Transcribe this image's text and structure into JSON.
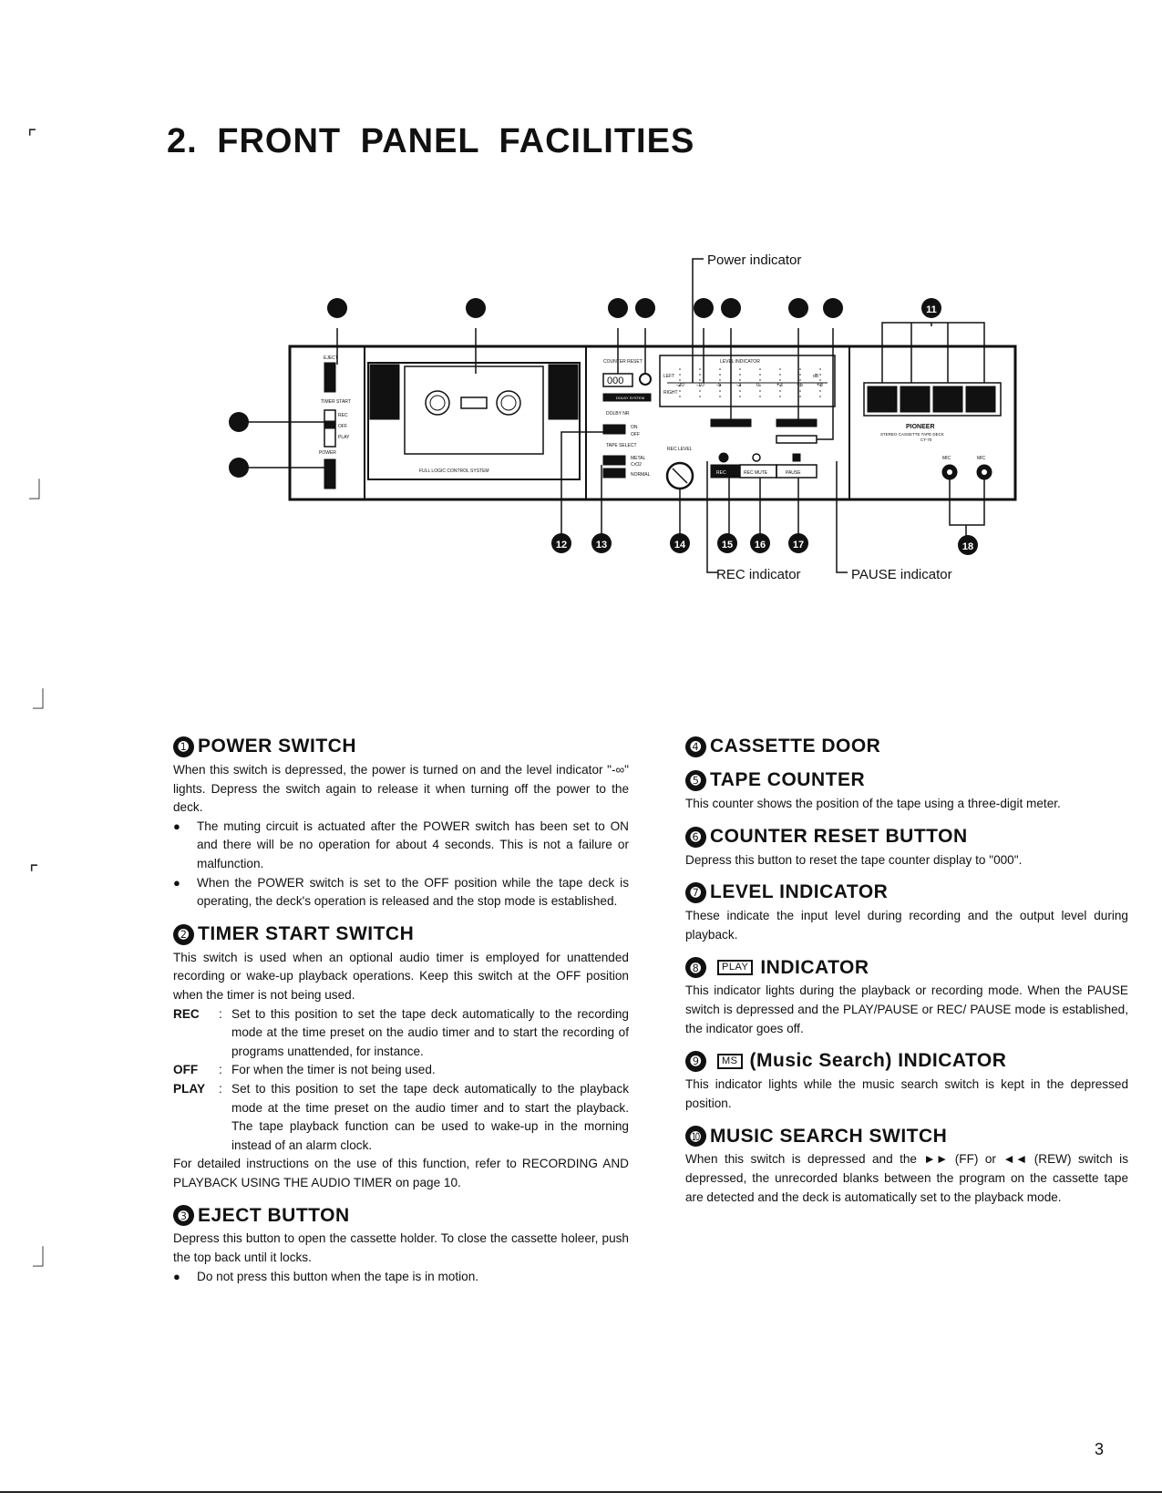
{
  "page": {
    "title": "2. FRONT PANEL FACILITIES",
    "number": "3"
  },
  "diagram": {
    "callouts": [
      {
        "num": "➊",
        "name": "power-switch"
      },
      {
        "num": "➋",
        "name": "timer-start-switch"
      },
      {
        "num": "➌",
        "name": "eject-button"
      },
      {
        "num": "➍",
        "name": "cassette-door"
      },
      {
        "num": "➎",
        "name": "tape-counter"
      },
      {
        "num": "➏",
        "name": "counter-reset-button"
      },
      {
        "num": "➐",
        "name": "level-indicator"
      },
      {
        "num": "➑",
        "name": "play-indicator"
      },
      {
        "num": "➒",
        "name": "ms-indicator"
      },
      {
        "num": "➓",
        "name": "music-search-switch"
      },
      {
        "num": "11",
        "name": "operation-buttons"
      },
      {
        "num": "12",
        "name": "dolby-nr-switch"
      },
      {
        "num": "13",
        "name": "tape-select-switch"
      },
      {
        "num": "14",
        "name": "rec-level-control"
      },
      {
        "num": "15",
        "name": "rec-button"
      },
      {
        "num": "16",
        "name": "rec-mute-button"
      },
      {
        "num": "17",
        "name": "pause-button"
      },
      {
        "num": "18",
        "name": "mic-jacks"
      }
    ],
    "labels": {
      "power_indicator": "Power indicator",
      "rec_indicator": "REC indicator",
      "pause_indicator": "PAUSE indicator",
      "eject": "EJECT",
      "timer_start": "TIMER START",
      "rec": "REC",
      "off": "OFF",
      "play": "PLAY",
      "power": "POWER",
      "full_logic": "FULL LOGIC CONTROL SYSTEM",
      "counter_reset": "COUNTER RESET",
      "counter_value": "000",
      "dolby_system": "DOLBY SYSTEM",
      "dolby_nr": "DOLBY NR",
      "on": "ON",
      "tape_select": "TAPE SELECT",
      "metal": "METAL",
      "crox": "CrO2",
      "normal": "NORMAL",
      "rec_level": "REC LEVEL",
      "level_indicator": "LEVEL INDICATOR",
      "left": "LEFT",
      "right": "RIGHT",
      "db": "dB",
      "rec_btn": "REC",
      "rec_mute": "REC MUTE",
      "pause": "PAUSE",
      "brand": "PIONEER",
      "model_line": "STEREO CASSETTE TAPE DECK",
      "model": "CT-70",
      "mic": "MIC"
    },
    "level_scale": [
      "-20",
      "-10",
      "-5",
      "-3",
      "0",
      "+3",
      "+5",
      "+8"
    ]
  },
  "sections": {
    "power_switch": {
      "num": "➊",
      "heading": "POWER SWITCH",
      "body": "When this switch is depressed, the power is turned on and the level indicator \"-∞\" lights. Depress the switch again to release it when turning off the power to the deck.",
      "bullets": [
        "The muting circuit is actuated after the POWER switch has been set to ON and there will be no operation for about 4 seconds. This is not a failure or malfunction.",
        "When the POWER switch is set to the OFF position while the tape deck is operating, the deck's operation is released and the stop mode is established."
      ]
    },
    "timer_start": {
      "num": "➋",
      "heading": "TIMER START SWITCH",
      "body": "This switch is used when an optional audio timer is employed for unattended recording or wake-up playback operations. Keep this switch at the OFF position when the timer is not being used.",
      "defs": [
        {
          "term": "REC",
          "desc": "Set to this position to set the tape deck automatically to the recording mode at the time preset on the audio timer and to start the recording of programs unattended, for instance."
        },
        {
          "term": "OFF",
          "desc": "For when the timer is not being used."
        },
        {
          "term": "PLAY",
          "desc": "Set to this position to set the tape deck automatically to the playback mode at the time preset on the audio timer and to start the playback. The tape playback function can be used to wake-up in the morning instead of an alarm clock."
        }
      ],
      "footer": "For detailed instructions on the use of this function, refer to RECORDING AND PLAYBACK USING THE AUDIO TIMER on page 10."
    },
    "eject": {
      "num": "➌",
      "heading": "EJECT BUTTON",
      "body": "Depress this button to open the cassette holder. To close the cassette holeer, push the top back until it locks.",
      "bullets": [
        "Do not press this button when the tape is in motion."
      ]
    },
    "cassette_door": {
      "num": "➍",
      "heading": "CASSETTE DOOR"
    },
    "tape_counter": {
      "num": "➎",
      "heading": "TAPE COUNTER",
      "body": "This counter shows the position of the tape using a three-digit meter."
    },
    "counter_reset": {
      "num": "➏",
      "heading": "COUNTER RESET BUTTON",
      "body": "Depress this button to reset the tape counter display to \"000\"."
    },
    "level_indicator": {
      "num": "➐",
      "heading": "LEVEL INDICATOR",
      "body": "These indicate the input level during recording and the output level during playback."
    },
    "play_indicator": {
      "num": "➑",
      "tag": "PLAY",
      "heading": "INDICATOR",
      "body": "This indicator lights during the playback or recording mode. When the PAUSE switch is depressed and the PLAY/PAUSE or REC/ PAUSE mode is established, the indicator goes off."
    },
    "ms_indicator": {
      "num": "➒",
      "tag": "MS",
      "heading": "(Music Search) INDICATOR",
      "body": "This indicator lights while the music search switch is kept in the depressed position."
    },
    "music_search": {
      "num": "➓",
      "heading": "MUSIC SEARCH SWITCH",
      "body": "When this switch is depressed and the ►► (FF) or ◄◄ (REW) switch is depressed, the unrecorded blanks between the program on the cassette tape are detected and the deck is automatically set to the playback mode."
    }
  },
  "colors": {
    "ink": "#111111",
    "paper": "#ffffff"
  }
}
